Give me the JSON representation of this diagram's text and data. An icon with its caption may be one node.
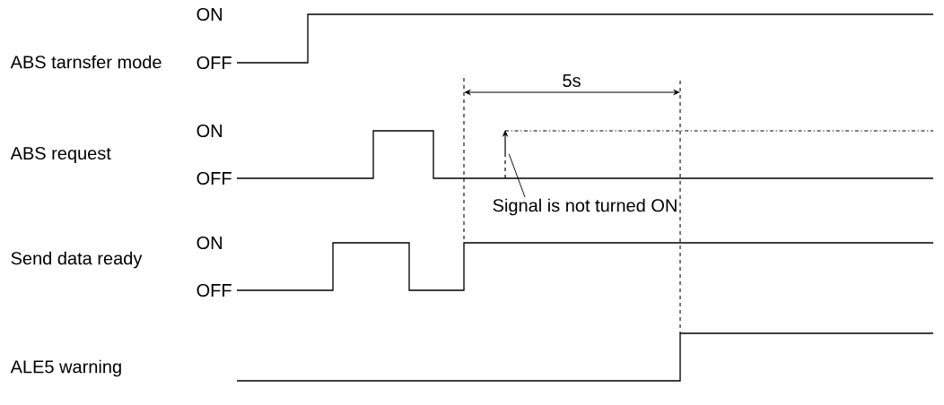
{
  "diagram": {
    "nodes": [
      {
        "text": [
          "Signal is not turned ON"
        ]
      },
      {
        "text": [],
        "shape": "arrow"
      }
    ],
    "edges": [
      {
        "from": 0,
        "to": 1,
        "arrow": "none"
      }
    ],
    "labels": [
      "ON",
      "ABS tarnsfer mode",
      "OFF",
      "5s",
      "ON",
      "ABS request",
      "OFF",
      "ON",
      "Send data ready",
      "OFF",
      "ALE5 warning"
    ]
  }
}
